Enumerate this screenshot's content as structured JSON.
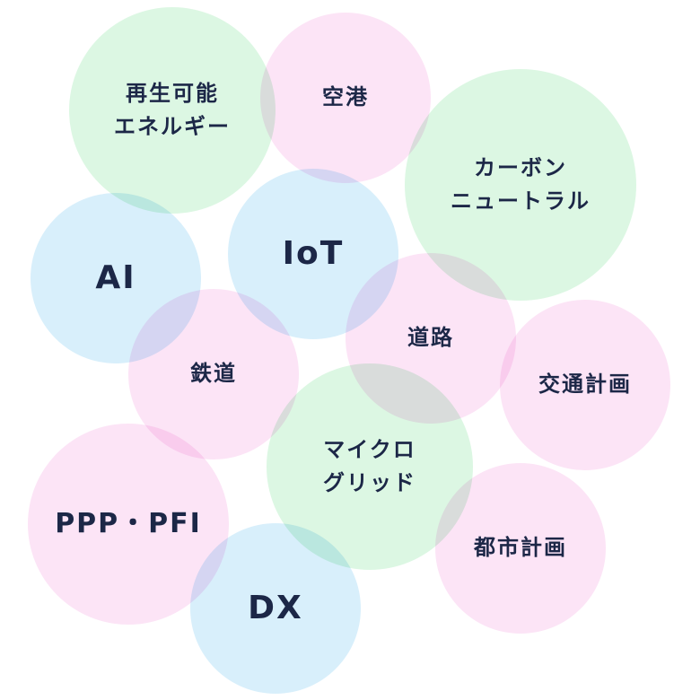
{
  "colors": {
    "green": "#dcf7e3",
    "pink": "#fce4f6",
    "blue": "#d8effb",
    "text": "#1c2747"
  },
  "bubbles": [
    {
      "id": "renewable-energy",
      "label": "再生可能\nエネルギー",
      "color": "green"
    },
    {
      "id": "airport",
      "label": "空港",
      "color": "pink"
    },
    {
      "id": "carbon-neutral",
      "label": "カーボン\nニュートラル",
      "color": "green"
    },
    {
      "id": "ai",
      "label": "AI",
      "color": "blue"
    },
    {
      "id": "iot",
      "label": "IoT",
      "color": "blue"
    },
    {
      "id": "road",
      "label": "道路",
      "color": "pink"
    },
    {
      "id": "railway",
      "label": "鉄道",
      "color": "pink"
    },
    {
      "id": "transport-planning",
      "label": "交通計画",
      "color": "pink"
    },
    {
      "id": "microgrid",
      "label": "マイクロ\nグリッド",
      "color": "green"
    },
    {
      "id": "ppp-pfi",
      "label": "PPP・PFI",
      "color": "pink"
    },
    {
      "id": "urban-planning",
      "label": "都市計画",
      "color": "pink"
    },
    {
      "id": "dx",
      "label": "DX",
      "color": "blue"
    }
  ]
}
